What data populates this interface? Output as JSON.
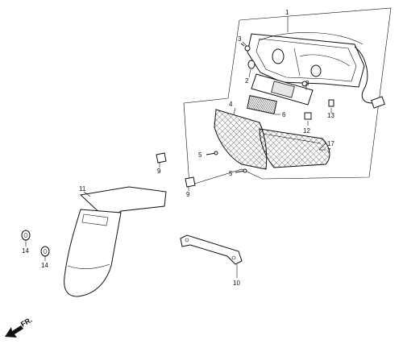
{
  "callouts": {
    "c1": "1",
    "c2": "2",
    "c3a": "3",
    "c3b": "3",
    "c4": "4",
    "c5a": "5",
    "c5b": "5",
    "c6": "6",
    "c7": "7",
    "c9a": "9",
    "c9b": "9",
    "c10": "10",
    "c11": "11",
    "c12": "12",
    "c13": "13",
    "c14a": "14",
    "c14b": "14",
    "c17": "17"
  },
  "direction": {
    "label": "FR.",
    "icon": "arrow-front-icon"
  }
}
